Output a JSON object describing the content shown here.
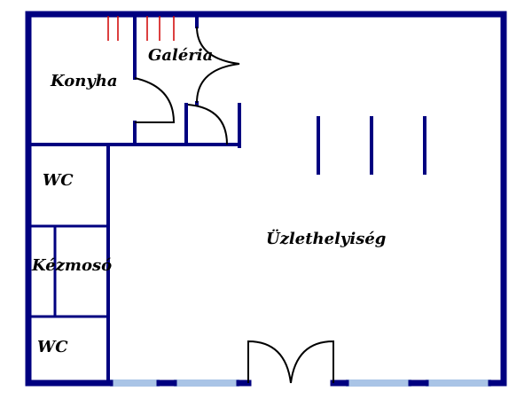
{
  "rooms": {
    "kitchen": "Konyha",
    "gallery": "Galéria",
    "wc_upper": "WC",
    "washroom": "Kézmosó",
    "wc_lower": "WC",
    "shop": "Üzlethelyiség"
  },
  "colors": {
    "wall": "#000080",
    "window": "#a9c4e6",
    "stair": "#d10000",
    "door": "#000000",
    "background": "#ffffff"
  }
}
